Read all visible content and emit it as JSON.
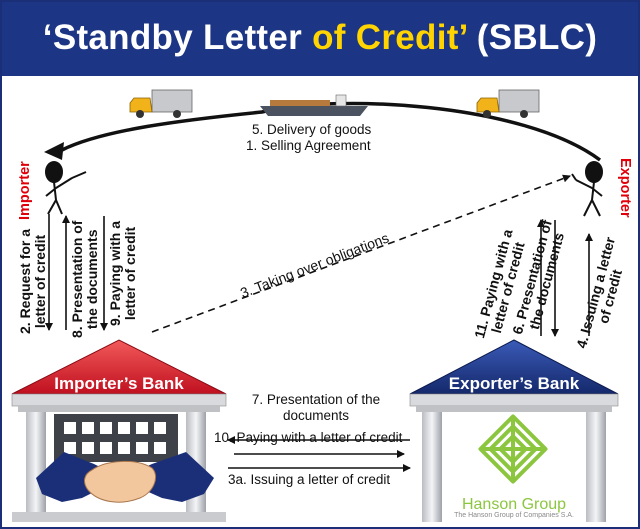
{
  "title": {
    "part1": "‘Standby Letter ",
    "part2": "of Credit’",
    "part3": " (SBLC)"
  },
  "parties": {
    "importer": "Importer",
    "exporter": "Exporter"
  },
  "banks": {
    "importer_bank": "Importer’s Bank",
    "exporter_bank": "Exporter’s Bank"
  },
  "top_labels": {
    "delivery": "5. Delivery of goods",
    "agreement": "1. Selling Agreement"
  },
  "middle_label": "3. Taking over obligations",
  "left_labels": {
    "request": [
      "2. Request for a",
      "letter of credit"
    ],
    "presentation": [
      "8. Presentation of",
      "the documents"
    ],
    "paying": [
      "9. Paying with a",
      "letter of credit"
    ]
  },
  "right_labels": {
    "paying": [
      "11. Paying with a",
      "letter of credit"
    ],
    "presentation": [
      "6. Presentation of",
      "the documents"
    ],
    "issuing": [
      "4. Issuing a letter",
      "of credit"
    ]
  },
  "bottom_labels": {
    "presentation": [
      "7. Presentation of the",
      "documents"
    ],
    "paying": "10. Paying with a letter of credit",
    "issuing": "3a. Issuing a letter of credit"
  },
  "logo": {
    "name": "Hanson Group",
    "tagline": "The Hanson Group of Companies S.A."
  },
  "colors": {
    "navy": "#1c3584",
    "yellow": "#ffd400",
    "red": "#e0000a",
    "bank_red": "#d5202f",
    "bank_blue": "#1c3584",
    "logo_green": "#8cc63f"
  }
}
